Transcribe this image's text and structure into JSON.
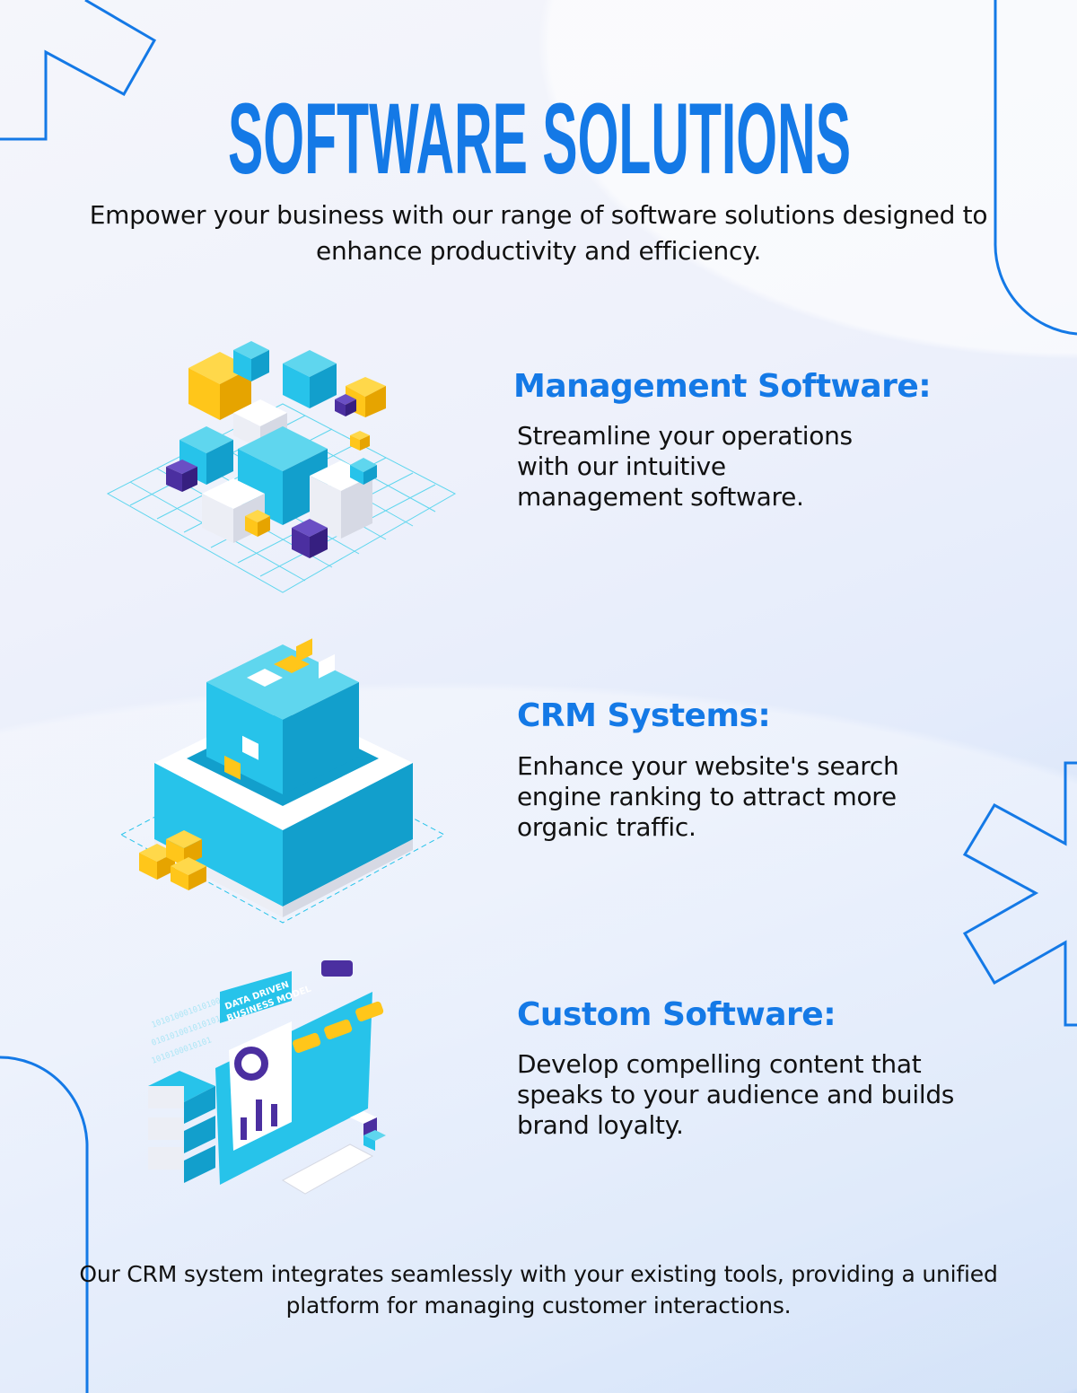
{
  "title": "SOFTWARE SOLUTIONS",
  "subtitle": "Empower your business with our range of software solutions designed to enhance productivity and efficiency.",
  "sections": [
    {
      "heading": "Management Software:",
      "description": "Streamline your operations\nwith our intuitive\nmanagement software.",
      "illustration": "isometric-cubes-grid"
    },
    {
      "heading": "CRM Systems:",
      "description": "Enhance your website's search\nengine ranking to attract more\norganic traffic.",
      "illustration": "isometric-cube-server"
    },
    {
      "heading": "Custom Software:",
      "description": "Develop compelling content that\nspeaks to your audience and builds\nbrand loyalty.",
      "illustration": "data-driven-dashboard",
      "illustration_text": "DATA DRIVEN BUSINESS MODEL"
    }
  ],
  "footer": "Our CRM system integrates seamlessly with your existing tools, providing a unified platform for managing customer interactions.",
  "colors": {
    "accent": "#1479e6",
    "cyan": "#27c3ea",
    "yellow": "#ffc61a",
    "purple": "#4b2fa0",
    "text": "#111111"
  }
}
